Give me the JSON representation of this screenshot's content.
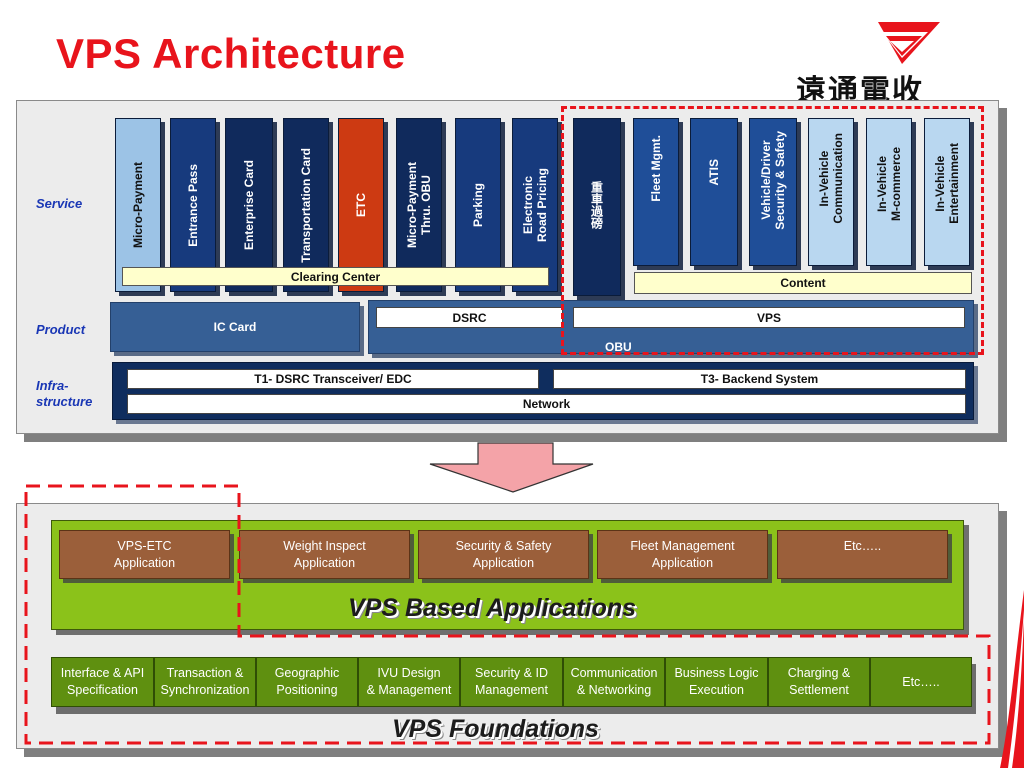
{
  "title": "VPS Architecture",
  "logo": {
    "text": "遠通電收",
    "mark_color": "#e8141c"
  },
  "rows": {
    "service": "Service",
    "product": "Product",
    "infra": "Infra-\nstructure"
  },
  "services": [
    {
      "label": "Micro-Payment",
      "style": "light-blue"
    },
    {
      "label": "Entrance Pass",
      "style": "dark-blue"
    },
    {
      "label": "Enterprise Card",
      "style": "navy"
    },
    {
      "label": "Transportation Card",
      "style": "navy"
    },
    {
      "label": "ETC",
      "style": "red-block"
    },
    {
      "label": "Micro-Payment\nThru. OBU",
      "style": "navy"
    },
    {
      "label": "Parking",
      "style": "dark-blue"
    },
    {
      "label": "Electronic\nRoad Pricing",
      "style": "dark-blue"
    },
    {
      "label": "重車過磅",
      "style": "navy",
      "cjk": true
    },
    {
      "label": "Fleet Mgmt.",
      "style": "mid-blue"
    },
    {
      "label": "ATIS",
      "style": "mid-blue"
    },
    {
      "label": "Vehicle/Driver\nSecurity & Safety",
      "style": "mid-blue"
    },
    {
      "label": "In-Vehicle\nCommunication",
      "style": "pale-blue"
    },
    {
      "label": "In-Vehicle\nM-commerce",
      "style": "pale-blue"
    },
    {
      "label": "In-Vehicle\nEntertainment",
      "style": "pale-blue"
    }
  ],
  "clearing_center": "Clearing Center",
  "content": "Content",
  "products": {
    "ic_card": "IC Card",
    "dsrc": "DSRC",
    "vps": "VPS",
    "obu": "OBU"
  },
  "infrastructure": {
    "t1": "T1- DSRC Transceiver/ EDC",
    "t3": "T3- Backend System",
    "network": "Network"
  },
  "applications": [
    "VPS-ETC\nApplication",
    "Weight Inspect\nApplication",
    "Security & Safety\nApplication",
    "Fleet Management\nApplication",
    "Etc….."
  ],
  "applications_label": "VPS Based Applications",
  "foundations": [
    "Interface & API\nSpecification",
    "Transaction &\nSynchronization",
    "Geographic\nPositioning",
    "IVU Design\n& Management",
    "Security & ID\nManagement",
    "Communication\n& Networking",
    "Business Logic\nExecution",
    "Charging &\nSettlement",
    "Etc….."
  ],
  "foundations_label": "VPS Foundations",
  "colors": {
    "title_red": "#e8141c",
    "label_blue": "#1a37b5",
    "app_brown": "#9b5f3a",
    "app_green": "#8bc21a",
    "foundation_green": "#5f9010",
    "arrow_pink": "#f4a3a8"
  }
}
